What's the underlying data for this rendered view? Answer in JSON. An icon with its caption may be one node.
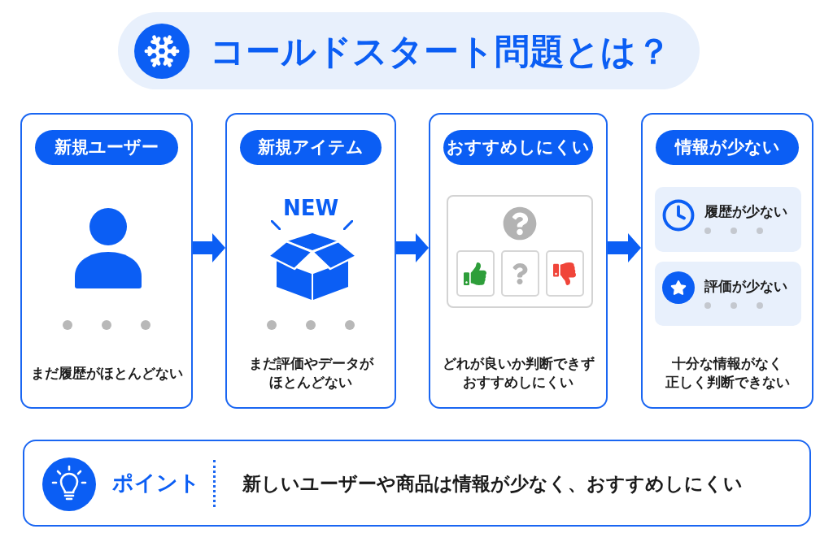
{
  "diagram": {
    "title": "コールドスタート問題とは？",
    "nodes": [
      {
        "text": [
          "新規ユーザー",
          "まだ履歴がほとんどない"
        ]
      },
      {
        "text": [
          "新規アイテム",
          "まだ評価やデータがほとんどない"
        ]
      },
      {
        "text": [
          "おすすめしにくい",
          "どれが良いか判断できずおすすめしにくい"
        ]
      },
      {
        "text": [
          "情報が少ない",
          "十分な情報がなく正しく判断できない"
        ]
      },
      {
        "text": [
          "履歴が少ない"
        ],
        "in": 3
      },
      {
        "text": [
          "評価が少ない"
        ],
        "in": 3
      },
      {
        "text": [
          "ポイント",
          "新しいユーザーや商品は情報が少なく、おすすめしにくい"
        ]
      }
    ],
    "edges": [
      {
        "from": 0,
        "to": 1,
        "arrow": "to"
      },
      {
        "from": 1,
        "to": 2,
        "arrow": "to"
      },
      {
        "from": 2,
        "to": 3,
        "arrow": "to"
      }
    ],
    "labels": [
      "NEW"
    ]
  }
}
